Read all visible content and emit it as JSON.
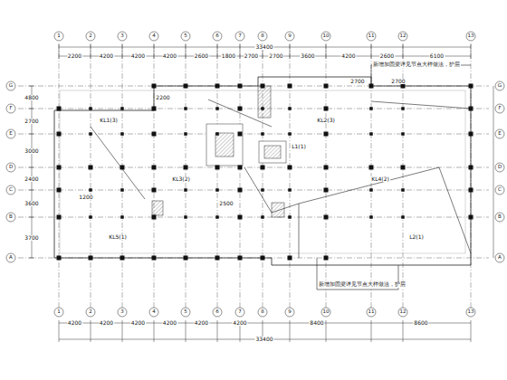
{
  "diagram": {
    "labels": [
      "1",
      "2",
      "3",
      "4",
      "5",
      "6",
      "7",
      "8",
      "9",
      "10",
      "11",
      "12",
      "13",
      "33400",
      "2200",
      "4200",
      "4200",
      "4200",
      "2600",
      "1800",
      "2700",
      "2700",
      "3600",
      "4200",
      "2600",
      "6100",
      "4200",
      "4200",
      "4200",
      "4200",
      "4200",
      "4200",
      "8400",
      "8600",
      "33400",
      "1",
      "2",
      "3",
      "4",
      "5",
      "6",
      "7",
      "8",
      "9",
      "10",
      "11",
      "12",
      "13",
      "G",
      "F",
      "E",
      "D",
      "C",
      "B",
      "A",
      "G",
      "F",
      "E",
      "D",
      "C",
      "B",
      "A",
      "4800",
      "2700",
      "3000",
      "2400",
      "3600",
      "3700",
      "新增加固梁详见节点大样做法，护层",
      "新增加固梁详见节点大样做法，护层",
      "KL1(3)",
      "KL2(3)",
      "KL3(2)",
      "KL4(2)",
      "KL5(1)",
      "L1(1)",
      "L2(1)",
      "2700",
      "2700",
      "2200",
      "1200",
      "2500"
    ]
  }
}
